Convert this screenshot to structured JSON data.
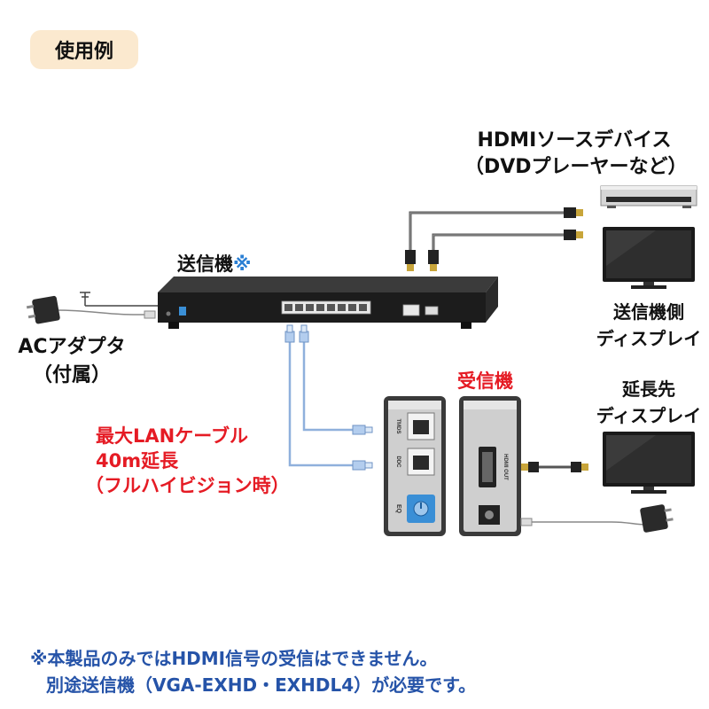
{
  "badge": "使用例",
  "labels": {
    "source_device_line1": "HDMIソースデバイス",
    "source_device_line2": "（DVDプレーヤーなど）",
    "transmitter": "送信機",
    "transmitter_mark": "※",
    "tx_display_line1": "送信機側",
    "tx_display_line2": "ディスプレイ",
    "ac_adapter_line1": "ACアダプタ",
    "ac_adapter_line2": "（付属）",
    "receiver": "受信機",
    "ext_display_line1": "延長先",
    "ext_display_line2": "ディスプレイ",
    "cable_line1": "最大LANケーブル",
    "cable_line2": "40m延長",
    "cable_line3": "（フルハイビジョン時）"
  },
  "receiver_panel": {
    "port1": "TMDS",
    "port2": "DDC",
    "eq": "EQ",
    "hdmi_out": "HDMI OUT"
  },
  "note": {
    "line1": "※本製品のみではHDMI信号の受信はできません。",
    "line2": "別途送信機（VGA-EXHD・EXHDL4）が必要です。"
  },
  "colors": {
    "red_label": "#e51b24",
    "note_blue": "#2553a8",
    "badge_bg": "#fbe9cf",
    "lan_cable": "#8fb0dc",
    "device_body": "#1c1c1c",
    "hdmi_gold": "#c8a53a"
  }
}
